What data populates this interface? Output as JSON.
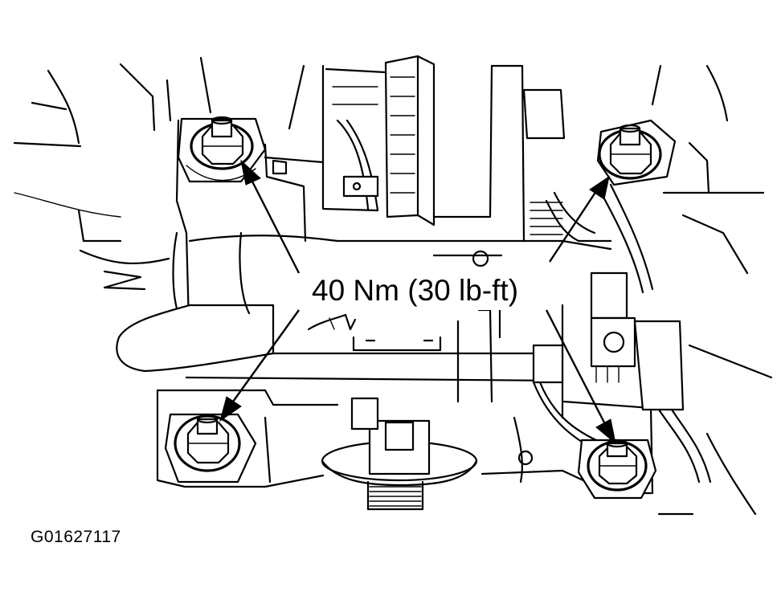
{
  "callout": {
    "torque_label": "40 Nm (30 lb-ft)"
  },
  "figure": {
    "id": "G01627117"
  },
  "fasteners": [
    {
      "name": "upper-left-nut"
    },
    {
      "name": "upper-right-nut"
    },
    {
      "name": "lower-left-nut"
    },
    {
      "name": "lower-right-nut"
    }
  ]
}
